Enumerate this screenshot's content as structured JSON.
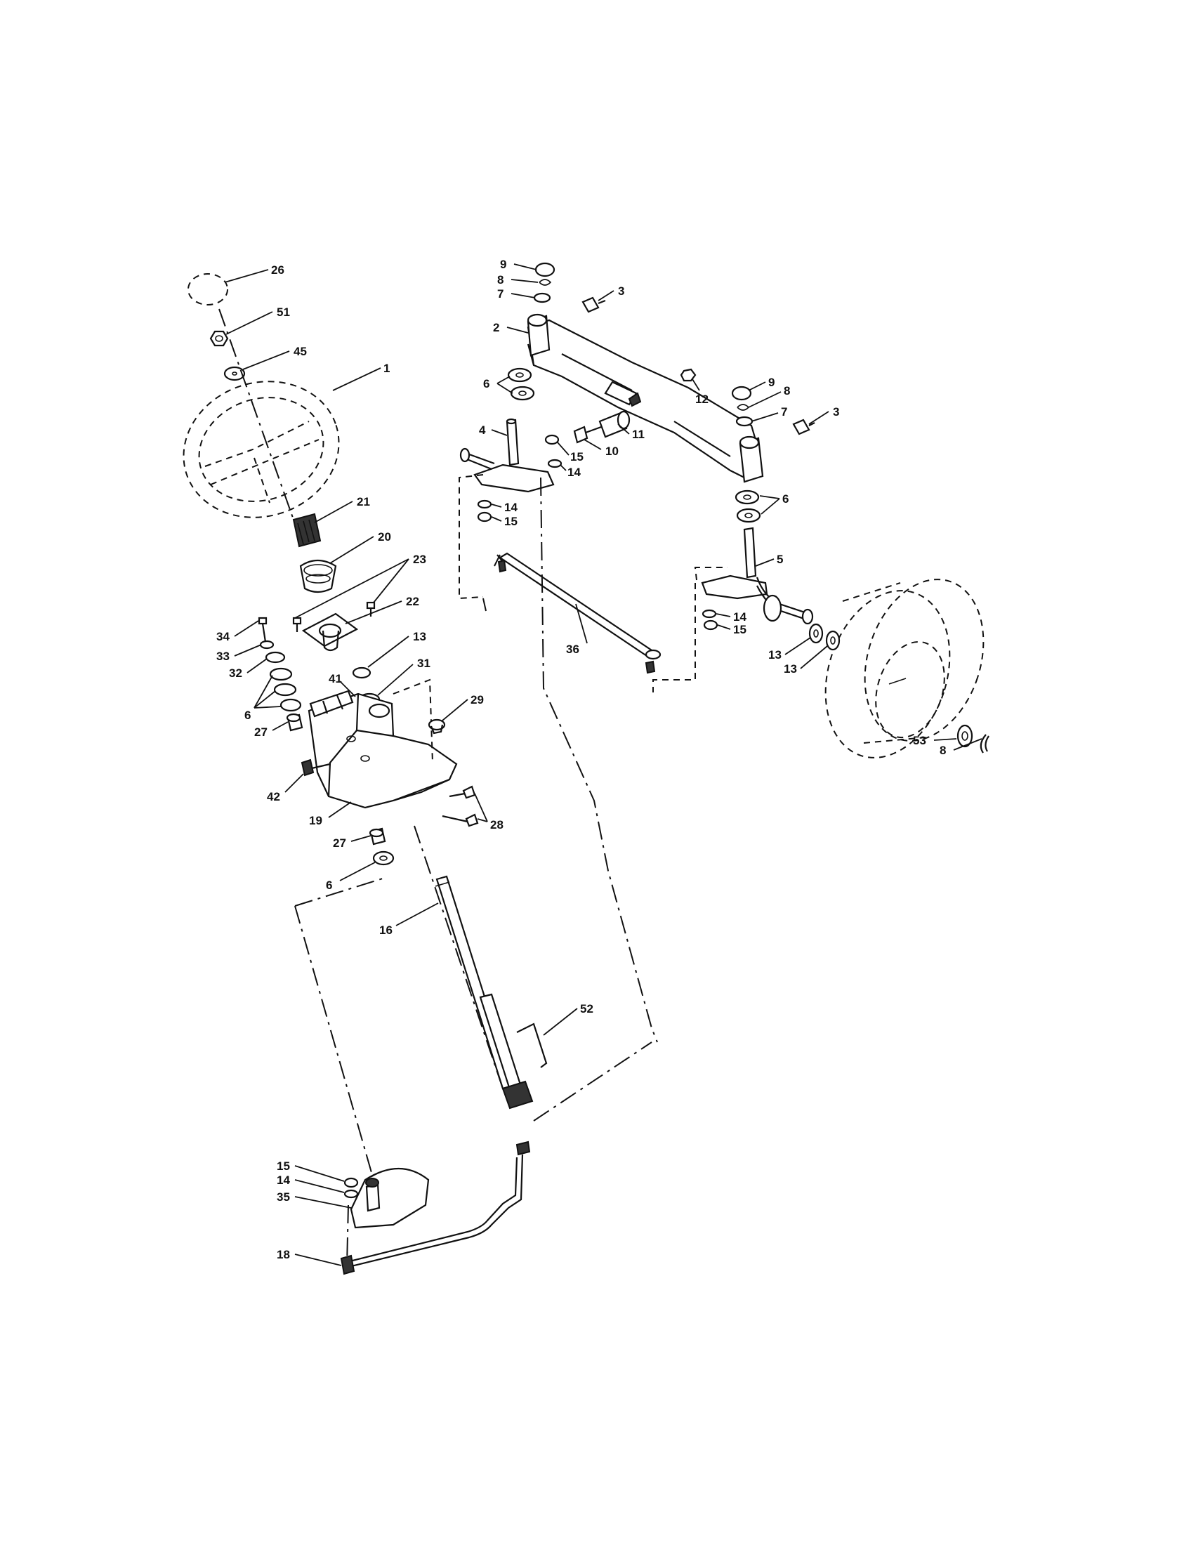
{
  "diagram": {
    "callouts": [
      {
        "id": "c26",
        "label": "26"
      },
      {
        "id": "c51",
        "label": "51"
      },
      {
        "id": "c45",
        "label": "45"
      },
      {
        "id": "c1",
        "label": "1"
      },
      {
        "id": "c21",
        "label": "21"
      },
      {
        "id": "c20",
        "label": "20"
      },
      {
        "id": "c23",
        "label": "23"
      },
      {
        "id": "c22",
        "label": "22"
      },
      {
        "id": "c34",
        "label": "34"
      },
      {
        "id": "c33",
        "label": "33"
      },
      {
        "id": "c32",
        "label": "32"
      },
      {
        "id": "c6a",
        "label": "6"
      },
      {
        "id": "c27a",
        "label": "27"
      },
      {
        "id": "c13a",
        "label": "13"
      },
      {
        "id": "c41",
        "label": "41"
      },
      {
        "id": "c31",
        "label": "31"
      },
      {
        "id": "c29",
        "label": "29"
      },
      {
        "id": "c42",
        "label": "42"
      },
      {
        "id": "c19",
        "label": "19"
      },
      {
        "id": "c28",
        "label": "28"
      },
      {
        "id": "c27b",
        "label": "27"
      },
      {
        "id": "c6b",
        "label": "6"
      },
      {
        "id": "c16",
        "label": "16"
      },
      {
        "id": "c52",
        "label": "52"
      },
      {
        "id": "c15a",
        "label": "15"
      },
      {
        "id": "c14a",
        "label": "14"
      },
      {
        "id": "c35",
        "label": "35"
      },
      {
        "id": "c18",
        "label": "18"
      },
      {
        "id": "c9a",
        "label": "9"
      },
      {
        "id": "c8a",
        "label": "8"
      },
      {
        "id": "c7a",
        "label": "7"
      },
      {
        "id": "c3a",
        "label": "3"
      },
      {
        "id": "c2",
        "label": "2"
      },
      {
        "id": "c6c",
        "label": "6"
      },
      {
        "id": "c12",
        "label": "12"
      },
      {
        "id": "c9b",
        "label": "9"
      },
      {
        "id": "c8b",
        "label": "8"
      },
      {
        "id": "c7b",
        "label": "7"
      },
      {
        "id": "c3b",
        "label": "3"
      },
      {
        "id": "c4",
        "label": "4"
      },
      {
        "id": "c11",
        "label": "11"
      },
      {
        "id": "c10",
        "label": "10"
      },
      {
        "id": "c15b",
        "label": "15"
      },
      {
        "id": "c14b",
        "label": "14"
      },
      {
        "id": "c14c",
        "label": "14"
      },
      {
        "id": "c15c",
        "label": "15"
      },
      {
        "id": "c6d",
        "label": "6"
      },
      {
        "id": "c5",
        "label": "5"
      },
      {
        "id": "c14d",
        "label": "14"
      },
      {
        "id": "c15d",
        "label": "15"
      },
      {
        "id": "c36",
        "label": "36"
      },
      {
        "id": "c13b",
        "label": "13"
      },
      {
        "id": "c13c",
        "label": "13"
      },
      {
        "id": "c53",
        "label": "53"
      },
      {
        "id": "c8c",
        "label": "8"
      }
    ]
  }
}
